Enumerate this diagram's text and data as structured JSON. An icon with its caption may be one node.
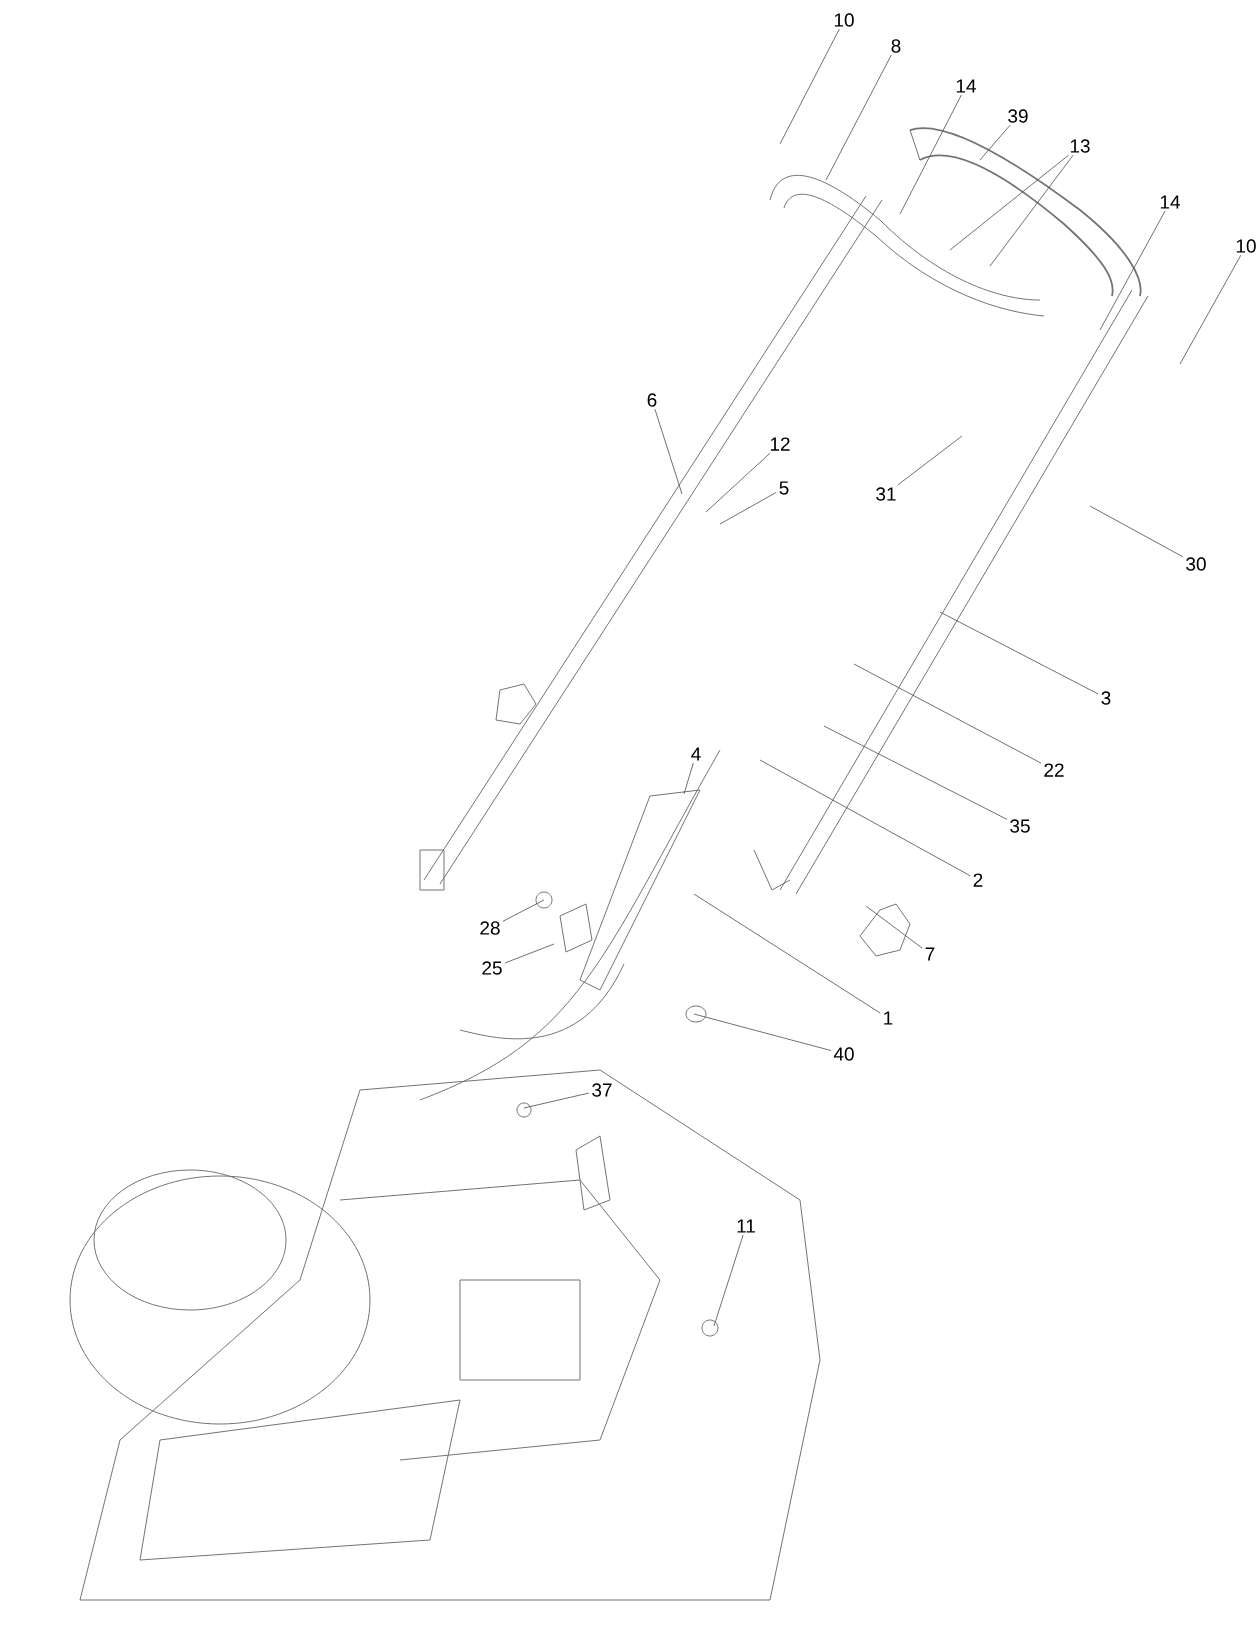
{
  "diagram": {
    "nodes": [
      {
        "text": [
          "10"
        ]
      },
      {
        "text": [
          "8"
        ]
      },
      {
        "text": [
          "14"
        ]
      },
      {
        "text": [
          "39"
        ]
      },
      {
        "text": [
          "13"
        ]
      },
      {
        "text": [
          "14"
        ]
      },
      {
        "text": [
          "10"
        ]
      },
      {
        "text": [
          "6"
        ]
      },
      {
        "text": [
          "12"
        ]
      },
      {
        "text": [
          "5"
        ]
      },
      {
        "text": [
          "31"
        ]
      },
      {
        "text": [
          "30"
        ]
      },
      {
        "text": [
          "3"
        ]
      },
      {
        "text": [
          "22"
        ]
      },
      {
        "text": [
          "35"
        ]
      },
      {
        "text": [
          "4"
        ]
      },
      {
        "text": [
          "2"
        ]
      },
      {
        "text": [
          "7"
        ]
      },
      {
        "text": [
          "28"
        ]
      },
      {
        "text": [
          "25"
        ]
      },
      {
        "text": [
          "1"
        ]
      },
      {
        "text": [
          "40"
        ]
      },
      {
        "text": [
          "37"
        ]
      },
      {
        "text": [
          "11"
        ]
      }
    ],
    "edges": [
      {
        "from": 0,
        "to": null,
        "arrow": "none"
      },
      {
        "from": 1,
        "to": null,
        "arrow": "none"
      },
      {
        "from": 2,
        "to": null,
        "arrow": "none"
      },
      {
        "from": 3,
        "to": null,
        "arrow": "none"
      },
      {
        "from": 4,
        "to": null,
        "arrow": "none"
      },
      {
        "from": 4,
        "to": null,
        "arrow": "none"
      },
      {
        "from": 5,
        "to": null,
        "arrow": "none"
      },
      {
        "from": 6,
        "to": null,
        "arrow": "none"
      },
      {
        "from": 7,
        "to": null,
        "arrow": "none"
      },
      {
        "from": 8,
        "to": null,
        "arrow": "none"
      },
      {
        "from": 9,
        "to": null,
        "arrow": "none"
      },
      {
        "from": 10,
        "to": null,
        "arrow": "none"
      },
      {
        "from": 11,
        "to": null,
        "arrow": "none"
      },
      {
        "from": 12,
        "to": null,
        "arrow": "none"
      },
      {
        "from": 13,
        "to": null,
        "arrow": "none"
      },
      {
        "from": 14,
        "to": null,
        "arrow": "none"
      },
      {
        "from": 15,
        "to": null,
        "arrow": "none"
      },
      {
        "from": 16,
        "to": null,
        "arrow": "none"
      },
      {
        "from": 17,
        "to": null,
        "arrow": "none"
      },
      {
        "from": 18,
        "to": null,
        "arrow": "none"
      },
      {
        "from": 19,
        "to": null,
        "arrow": "none"
      },
      {
        "from": 20,
        "to": null,
        "arrow": "none"
      },
      {
        "from": 21,
        "to": null,
        "arrow": "none"
      },
      {
        "from": 22,
        "to": null,
        "arrow": "none"
      },
      {
        "from": 23,
        "to": null,
        "arrow": "none"
      }
    ]
  }
}
